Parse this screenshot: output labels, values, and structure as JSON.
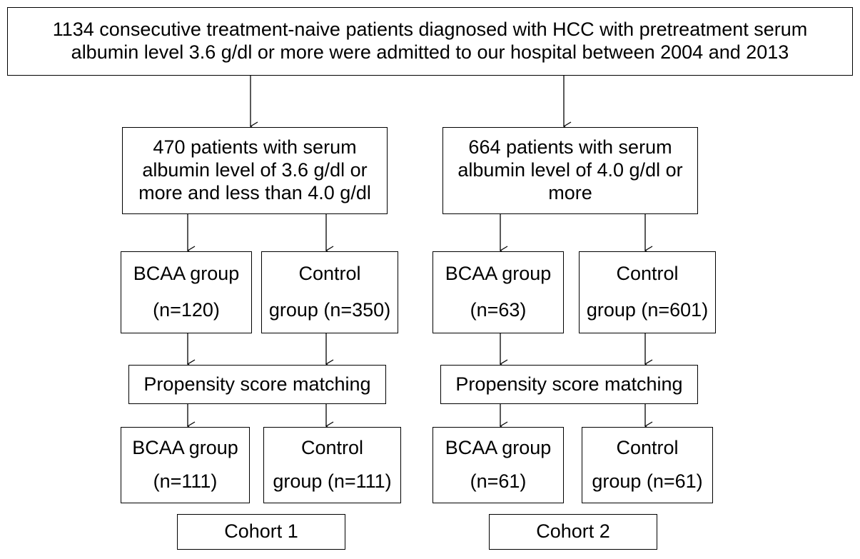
{
  "top_box": {
    "line1": "1134 consecutive treatment-naive patients diagnosed with HCC with pretreatment serum",
    "line2": "albumin level 3.6 g/dl or more were admitted to our hospital between 2004 and 2013"
  },
  "left": {
    "criteria": [
      "470 patients with serum",
      "albumin level of 3.6 g/dl or",
      "more and less than 4.0 g/dl"
    ],
    "bcaa_before": {
      "label": "BCAA group",
      "n": "(n=120)"
    },
    "control_before": {
      "label": "Control",
      "n": "group (n=350)"
    },
    "matching": "Propensity score matching",
    "bcaa_after": {
      "label": "BCAA group",
      "n": "(n=111)"
    },
    "control_after": {
      "label": "Control",
      "n": "group (n=111)"
    },
    "cohort": "Cohort 1"
  },
  "right": {
    "criteria": [
      "664 patients with serum",
      "albumin level of 4.0 g/dl or",
      "more"
    ],
    "bcaa_before": {
      "label": "BCAA group",
      "n": "(n=63)"
    },
    "control_before": {
      "label": "Control",
      "n": "group (n=601)"
    },
    "matching": "Propensity score matching",
    "bcaa_after": {
      "label": "BCAA group",
      "n": "(n=61)"
    },
    "control_after": {
      "label": "Control",
      "n": "group (n=61)"
    },
    "cohort": "Cohort 2"
  }
}
